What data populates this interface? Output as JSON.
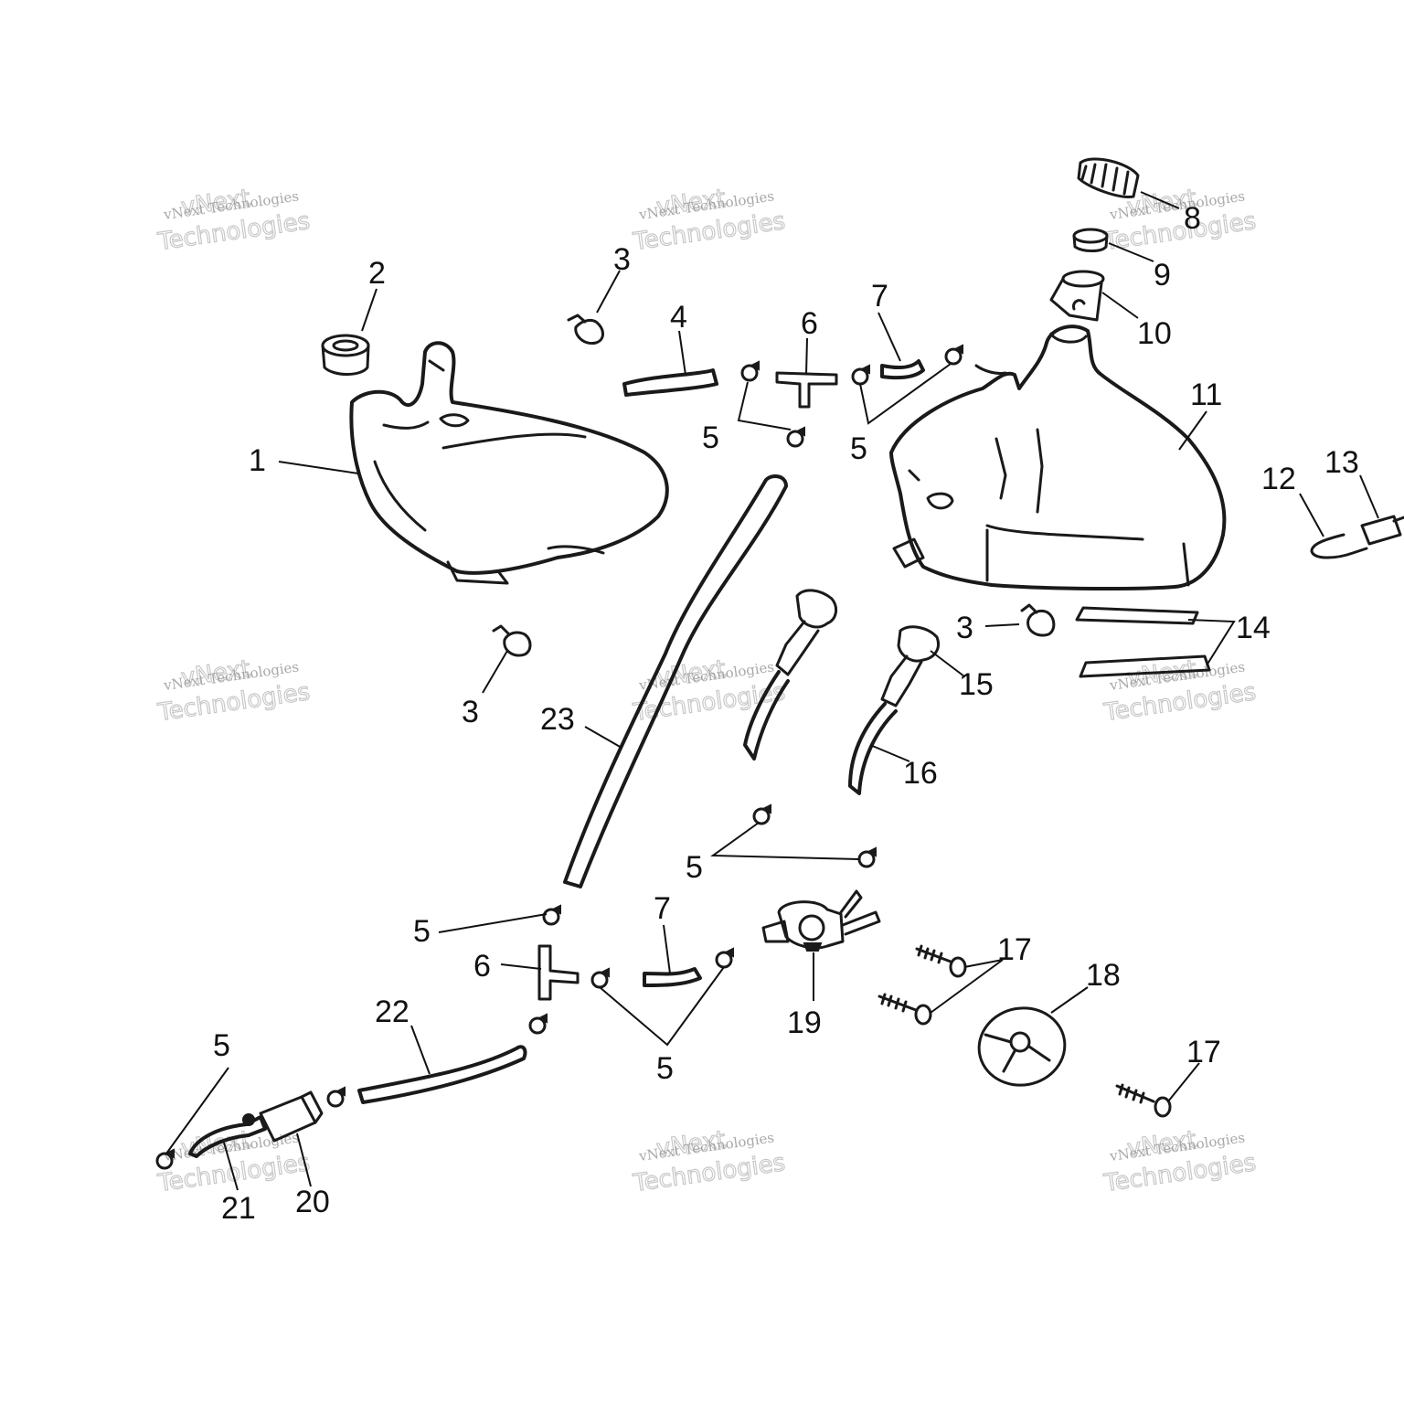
{
  "callouts": {
    "c1": "1",
    "c2": "2",
    "c3a": "3",
    "c3b": "3",
    "c3c": "3",
    "c4": "4",
    "c5a": "5",
    "c5b": "5",
    "c5c": "5",
    "c5d": "5",
    "c5e": "5",
    "c5f": "5",
    "c6a": "6",
    "c6b": "6",
    "c7a": "7",
    "c7b": "7",
    "c8": "8",
    "c9": "9",
    "c10": "10",
    "c11": "11",
    "c12": "12",
    "c13": "13",
    "c14": "14",
    "c15": "15",
    "c16": "16",
    "c17a": "17",
    "c17b": "17",
    "c18": "18",
    "c19": "19",
    "c20": "20",
    "c21": "21",
    "c22": "22",
    "c23": "23"
  },
  "watermark": {
    "line1": "vNext Technologies",
    "line2a": "vNext",
    "line2b": "Technologies"
  }
}
